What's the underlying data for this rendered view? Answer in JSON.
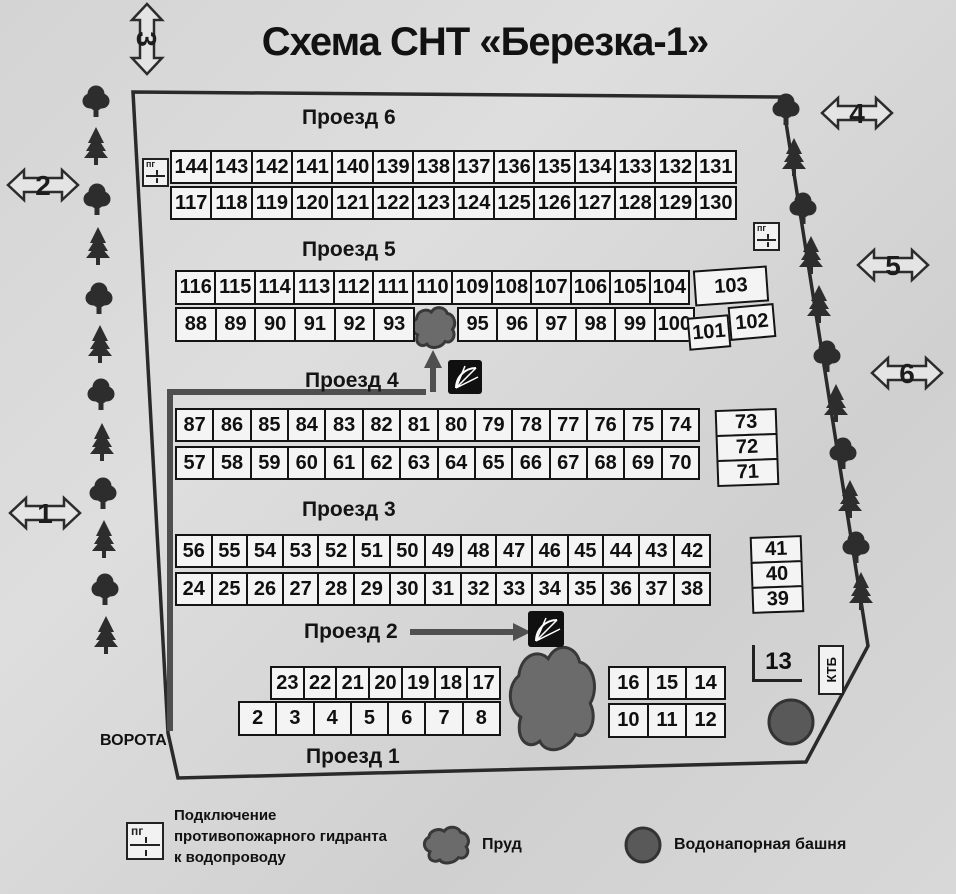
{
  "title": "Схема СНТ «Березка-1»",
  "direction_arrows": [
    {
      "label": "1"
    },
    {
      "label": "2"
    },
    {
      "label": "3"
    },
    {
      "label": "4"
    },
    {
      "label": "5"
    },
    {
      "label": "6"
    }
  ],
  "roads": {
    "r1": "Проезд 1",
    "r2": "Проезд 2",
    "r3": "Проезд 3",
    "r4": "Проезд 4",
    "r5": "Проезд 5",
    "r6": "Проезд 6"
  },
  "plot_rows": {
    "r6_top": [
      "144",
      "143",
      "142",
      "141",
      "140",
      "139",
      "138",
      "137",
      "136",
      "135",
      "134",
      "133",
      "132",
      "131"
    ],
    "r6_bottom": [
      "117",
      "118",
      "119",
      "120",
      "121",
      "122",
      "123",
      "124",
      "125",
      "126",
      "127",
      "128",
      "129",
      "130"
    ],
    "r5_top": [
      "116",
      "115",
      "114",
      "113",
      "112",
      "111",
      "110",
      "109",
      "108",
      "107",
      "106",
      "105",
      "104"
    ],
    "r5_top_right": "103",
    "r5_bottom_left": [
      "88",
      "89",
      "90",
      "91",
      "92",
      "93"
    ],
    "r5_bottom_right": [
      "95",
      "96",
      "97",
      "98",
      "99",
      "100"
    ],
    "r5_wedge": [
      "101",
      "102"
    ],
    "r4_top": [
      "87",
      "86",
      "85",
      "84",
      "83",
      "82",
      "81",
      "80",
      "79",
      "78",
      "77",
      "76",
      "75",
      "74"
    ],
    "r4_bottom": [
      "57",
      "58",
      "59",
      "60",
      "61",
      "62",
      "63",
      "64",
      "65",
      "66",
      "67",
      "68",
      "69",
      "70"
    ],
    "r4_right_col": [
      "73",
      "72",
      "71"
    ],
    "r3_top": [
      "56",
      "55",
      "54",
      "53",
      "52",
      "51",
      "50",
      "49",
      "48",
      "47",
      "46",
      "45",
      "44",
      "43",
      "42"
    ],
    "r3_bottom": [
      "24",
      "25",
      "26",
      "27",
      "28",
      "29",
      "30",
      "31",
      "32",
      "33",
      "34",
      "35",
      "36",
      "37",
      "38"
    ],
    "r3_right_col": [
      "41",
      "40",
      "39"
    ],
    "r1_upper": [
      "23",
      "22",
      "21",
      "20",
      "19",
      "18",
      "17"
    ],
    "r1_lower": [
      "2",
      "3",
      "4",
      "5",
      "6",
      "7",
      "8"
    ],
    "r1_right_upper": [
      "16",
      "15",
      "14"
    ],
    "r1_right_lower": [
      "10",
      "11",
      "12"
    ],
    "plot13": "13"
  },
  "labels": {
    "gates": "ВОРОТА",
    "ktb": "КТБ",
    "pg": "пг"
  },
  "legend": {
    "hydrant_label": "Подключение противопожарного гидранта к водопроводу",
    "pond_label": "Пруд",
    "tower_label": "Водонапорная башня"
  },
  "icons": {
    "pond": "pond-icon",
    "water_tower": "water-tower-icon",
    "fire_hydrant": "fire-hydrant-icon",
    "hydrant_connection": "hydrant-connection-icon",
    "deciduous_tree": "deciduous-tree-icon",
    "conifer_tree": "conifer-tree-icon"
  },
  "colors": {
    "line": "#2a2a2a",
    "road": "#4f4f4f",
    "pond_fill": "#6b6b6b",
    "tower_fill": "#595959",
    "cell_bg": "#f4f4f4"
  }
}
